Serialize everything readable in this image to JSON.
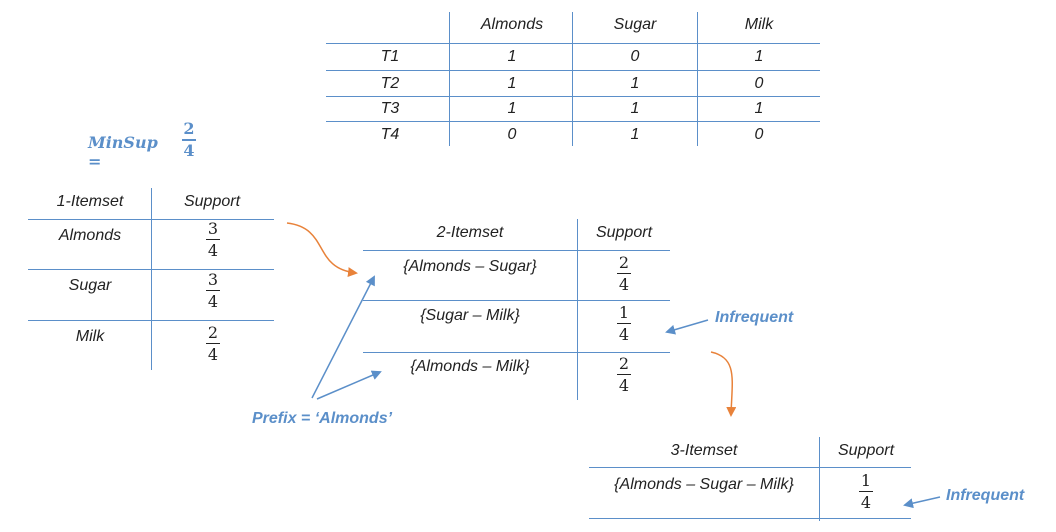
{
  "transactions": {
    "headers": [
      "",
      "Almonds",
      "Sugar",
      "Milk"
    ],
    "rows": [
      [
        "T1",
        "1",
        "0",
        "1"
      ],
      [
        "T2",
        "1",
        "1",
        "0"
      ],
      [
        "T3",
        "1",
        "1",
        "1"
      ],
      [
        "T4",
        "0",
        "1",
        "0"
      ]
    ]
  },
  "minsup": {
    "label": "MinSup =",
    "num": "2",
    "den": "4"
  },
  "itemset1": {
    "headers": [
      "1-Itemset",
      "Support"
    ],
    "rows": [
      {
        "item": "Almonds",
        "num": "3",
        "den": "4"
      },
      {
        "item": "Sugar",
        "num": "3",
        "den": "4"
      },
      {
        "item": "Milk",
        "num": "2",
        "den": "4"
      }
    ]
  },
  "itemset2": {
    "headers": [
      "2-Itemset",
      "Support"
    ],
    "rows": [
      {
        "item": "{Almonds – Sugar}",
        "num": "2",
        "den": "4"
      },
      {
        "item": "{Sugar – Milk}",
        "num": "1",
        "den": "4"
      },
      {
        "item": "{Almonds – Milk}",
        "num": "2",
        "den": "4"
      }
    ]
  },
  "itemset3": {
    "headers": [
      "3-Itemset",
      "Support"
    ],
    "rows": [
      {
        "item": "{Almonds – Sugar – Milk}",
        "num": "1",
        "den": "4"
      }
    ]
  },
  "annotations": {
    "infrequent_1": "Infrequent",
    "infrequent_2": "Infrequent",
    "prefix": "Prefix = ‘Almonds’"
  },
  "colors": {
    "line": "#5b8fc9",
    "flow_arrow": "#e8823a",
    "annotation": "#5b8fc9"
  }
}
